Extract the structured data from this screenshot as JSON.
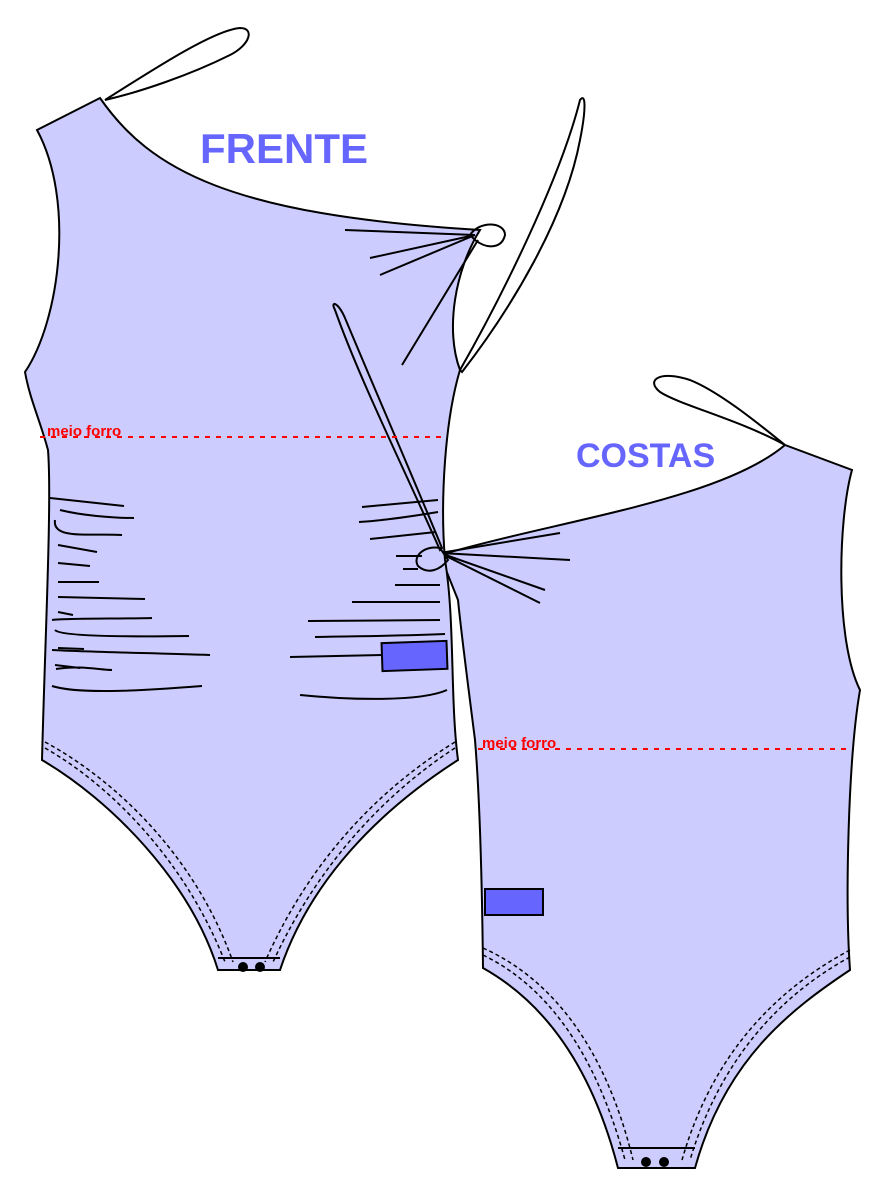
{
  "labels": {
    "front": "FRENTE",
    "back": "COSTAS",
    "front_lining": "meio forro",
    "back_lining": "meio forro"
  },
  "colors": {
    "garment_fill": "#ccccff",
    "title": "#6666ff",
    "label_patch": "#6666ff",
    "lining_line": "#ff0000"
  }
}
